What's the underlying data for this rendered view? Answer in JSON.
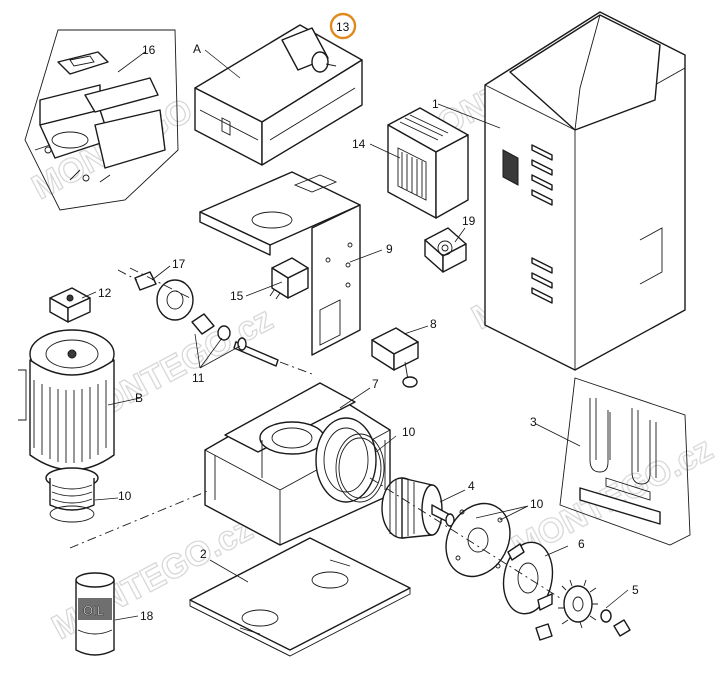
{
  "diagram": {
    "watermark": "MONTEGO.cz",
    "callouts": {
      "c13": "13",
      "cA": "A",
      "c16": "16",
      "c1": "1",
      "c14": "14",
      "c9": "9",
      "c19": "19",
      "c17": "17",
      "c12": "12",
      "c15": "15",
      "c8": "8",
      "c11": "11",
      "cB": "B",
      "c7": "7",
      "c10a": "10",
      "c10b": "10",
      "c10c": "10",
      "c3": "3",
      "c4": "4",
      "c6": "6",
      "c2": "2",
      "c18": "18",
      "c5": "5"
    },
    "can_label": "OIL",
    "highlight_color": "#e08a1e"
  }
}
